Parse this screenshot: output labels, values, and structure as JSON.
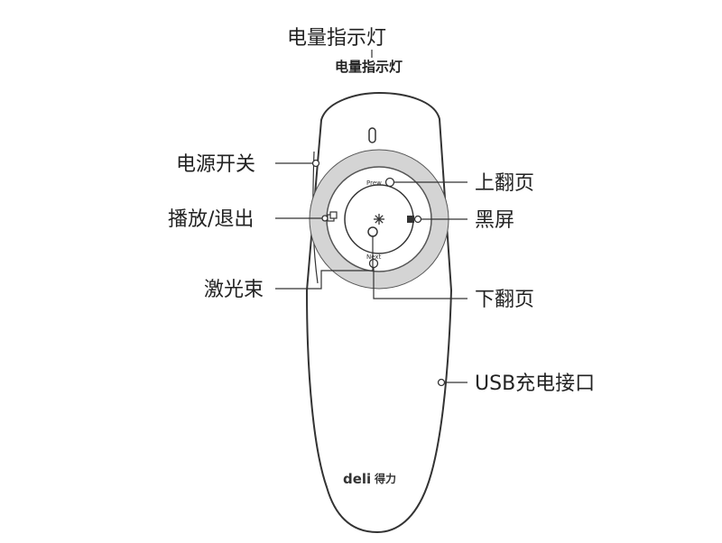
{
  "labels": {
    "indicator_top": "电量指示灯",
    "indicator_device": "电量指示灯",
    "power_switch": "电源开关",
    "play_exit": "播放/退出",
    "laser": "激光束",
    "page_up": "上翻页",
    "black_screen": "黑屏",
    "page_down": "下翻页",
    "usb_port": "USB充电接口"
  },
  "buttons": {
    "prev": "Prew",
    "next": "Next"
  },
  "brand": {
    "latin": "deli",
    "cjk": "得力"
  }
}
